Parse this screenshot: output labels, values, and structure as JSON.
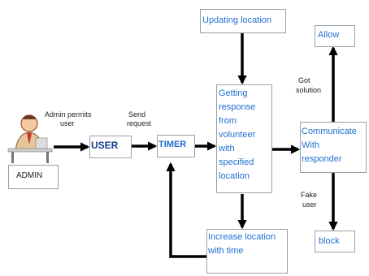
{
  "colors": {
    "box_text": "#1f6fd1",
    "arrow": "#000000",
    "box_border": "#9aa0a6"
  },
  "boxes": {
    "admin": "ADMIN",
    "user": "USER",
    "timer": "TIMER",
    "getting_response": [
      "Getting",
      "response",
      "from",
      "volunteer",
      "with",
      "specified",
      "location"
    ],
    "updating_location": "Updating location",
    "increase_location": [
      "Increase location",
      "with time"
    ],
    "communicate": [
      "Communicate",
      "With",
      "responder"
    ],
    "allow": "Allow",
    "block": "block"
  },
  "labels": {
    "admin_permits": [
      "Admin permits",
      "user"
    ],
    "send_request": [
      "Send",
      "request"
    ],
    "got_solution": [
      "Got",
      "solution"
    ],
    "fake_user": [
      "Fake",
      "user"
    ]
  },
  "icons": {
    "admin_figure": "person-at-desk-icon"
  }
}
